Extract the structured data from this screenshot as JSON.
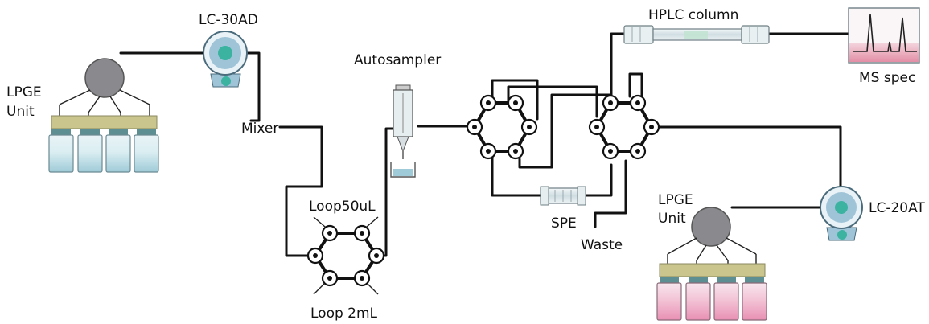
{
  "labels": {
    "pump_left": "LC-30AD",
    "lpge_left_line1": "LPGE",
    "lpge_left_line2": "Unit",
    "mixer": "Mixer",
    "autosampler": "Autosampler",
    "loop_top": "Loop50uL",
    "loop_bottom": "Loop 2mL",
    "hplc_column": "HPLC column",
    "ms_spec": "MS spec",
    "spe": "SPE",
    "waste": "Waste",
    "lpge_right_line1": "LPGE",
    "lpge_right_line2": "Unit",
    "pump_right": "LC-20AT"
  },
  "colors": {
    "line": "#111111",
    "pump_outer": "#9fc4d8",
    "pump_inner": "#3bb3a0",
    "mixer_ball": "#8a8a8e",
    "lpge_bar": "#c9c58c",
    "bottle_left_liquid": "#b9dbe3",
    "bottle_right_liquid": "#ef9fc0",
    "column_body": "#d9e6ea",
    "ms_spec_fill": "#e8a0b0"
  }
}
